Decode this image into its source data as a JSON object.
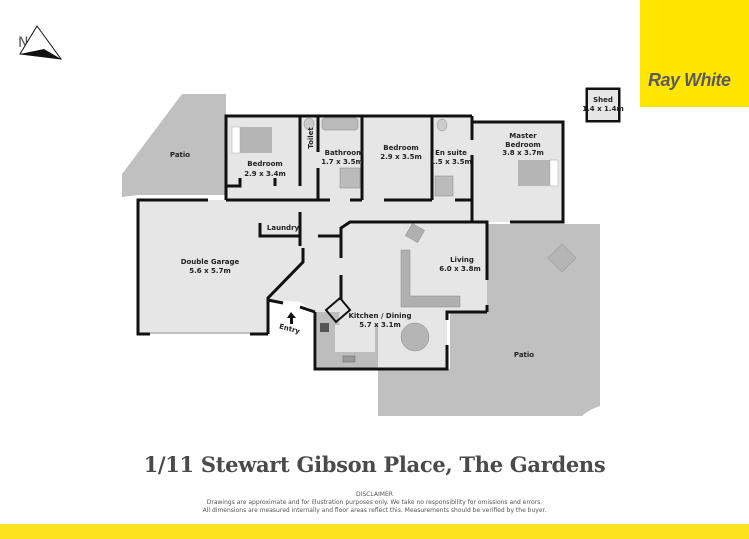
{
  "brand": {
    "name": "Ray White",
    "color": "#ffe600",
    "text_color": "#5b5b5b"
  },
  "compass": {
    "label": "N",
    "icon": "north-arrow-icon"
  },
  "rooms": [
    {
      "id": "patio-west",
      "name": "Patio",
      "size": ""
    },
    {
      "id": "bedroom-1",
      "name": "Bedroom",
      "size": "2.9 x 3.4m"
    },
    {
      "id": "toilet",
      "name": "Toilet",
      "size": ""
    },
    {
      "id": "bathroom",
      "name": "Bathroom",
      "size": "1.7 x 3.5m"
    },
    {
      "id": "bedroom-2",
      "name": "Bedroom",
      "size": "2.9 x 3.5m"
    },
    {
      "id": "ensuite",
      "name": "En suite",
      "size": "1.5 x 3.5m"
    },
    {
      "id": "master-bedroom",
      "name": "Master Bedroom",
      "name_line1": "Master",
      "name_line2": "Bedroom",
      "size": "3.8 x 3.7m"
    },
    {
      "id": "shed",
      "name": "Shed",
      "size": "1.4 x 1.4m"
    },
    {
      "id": "laundry",
      "name": "Laundry",
      "size": ""
    },
    {
      "id": "double-garage",
      "name": "Double Garage",
      "size": "5.6 x 5.7m"
    },
    {
      "id": "living",
      "name": "Living",
      "size": "6.0 x 3.8m"
    },
    {
      "id": "kitchen-dining",
      "name": "Kitchen / Dining",
      "size": "5.7 x 3.1m"
    },
    {
      "id": "entry",
      "name": "Entry",
      "size": ""
    },
    {
      "id": "patio-east",
      "name": "Patio",
      "size": ""
    }
  ],
  "colors": {
    "floor": "#e6e6e6",
    "patio": "#c0c0c0",
    "wall": "#111111",
    "furniture": "#b0b0b0",
    "kitchen_bench": "#bdbdbd"
  },
  "address": "1/11 Stewart Gibson Place, The Gardens",
  "disclaimer": {
    "title": "DISCLAIMER",
    "line1": "Drawings are approximate and for illustration purposes only. We take no responsibility for omissions and errors.",
    "line2": "All dimensions are measured internally and floor areas reflect this. Measurements should be verified by the buyer."
  },
  "footer": {
    "bar_color": "#ffe21f"
  }
}
